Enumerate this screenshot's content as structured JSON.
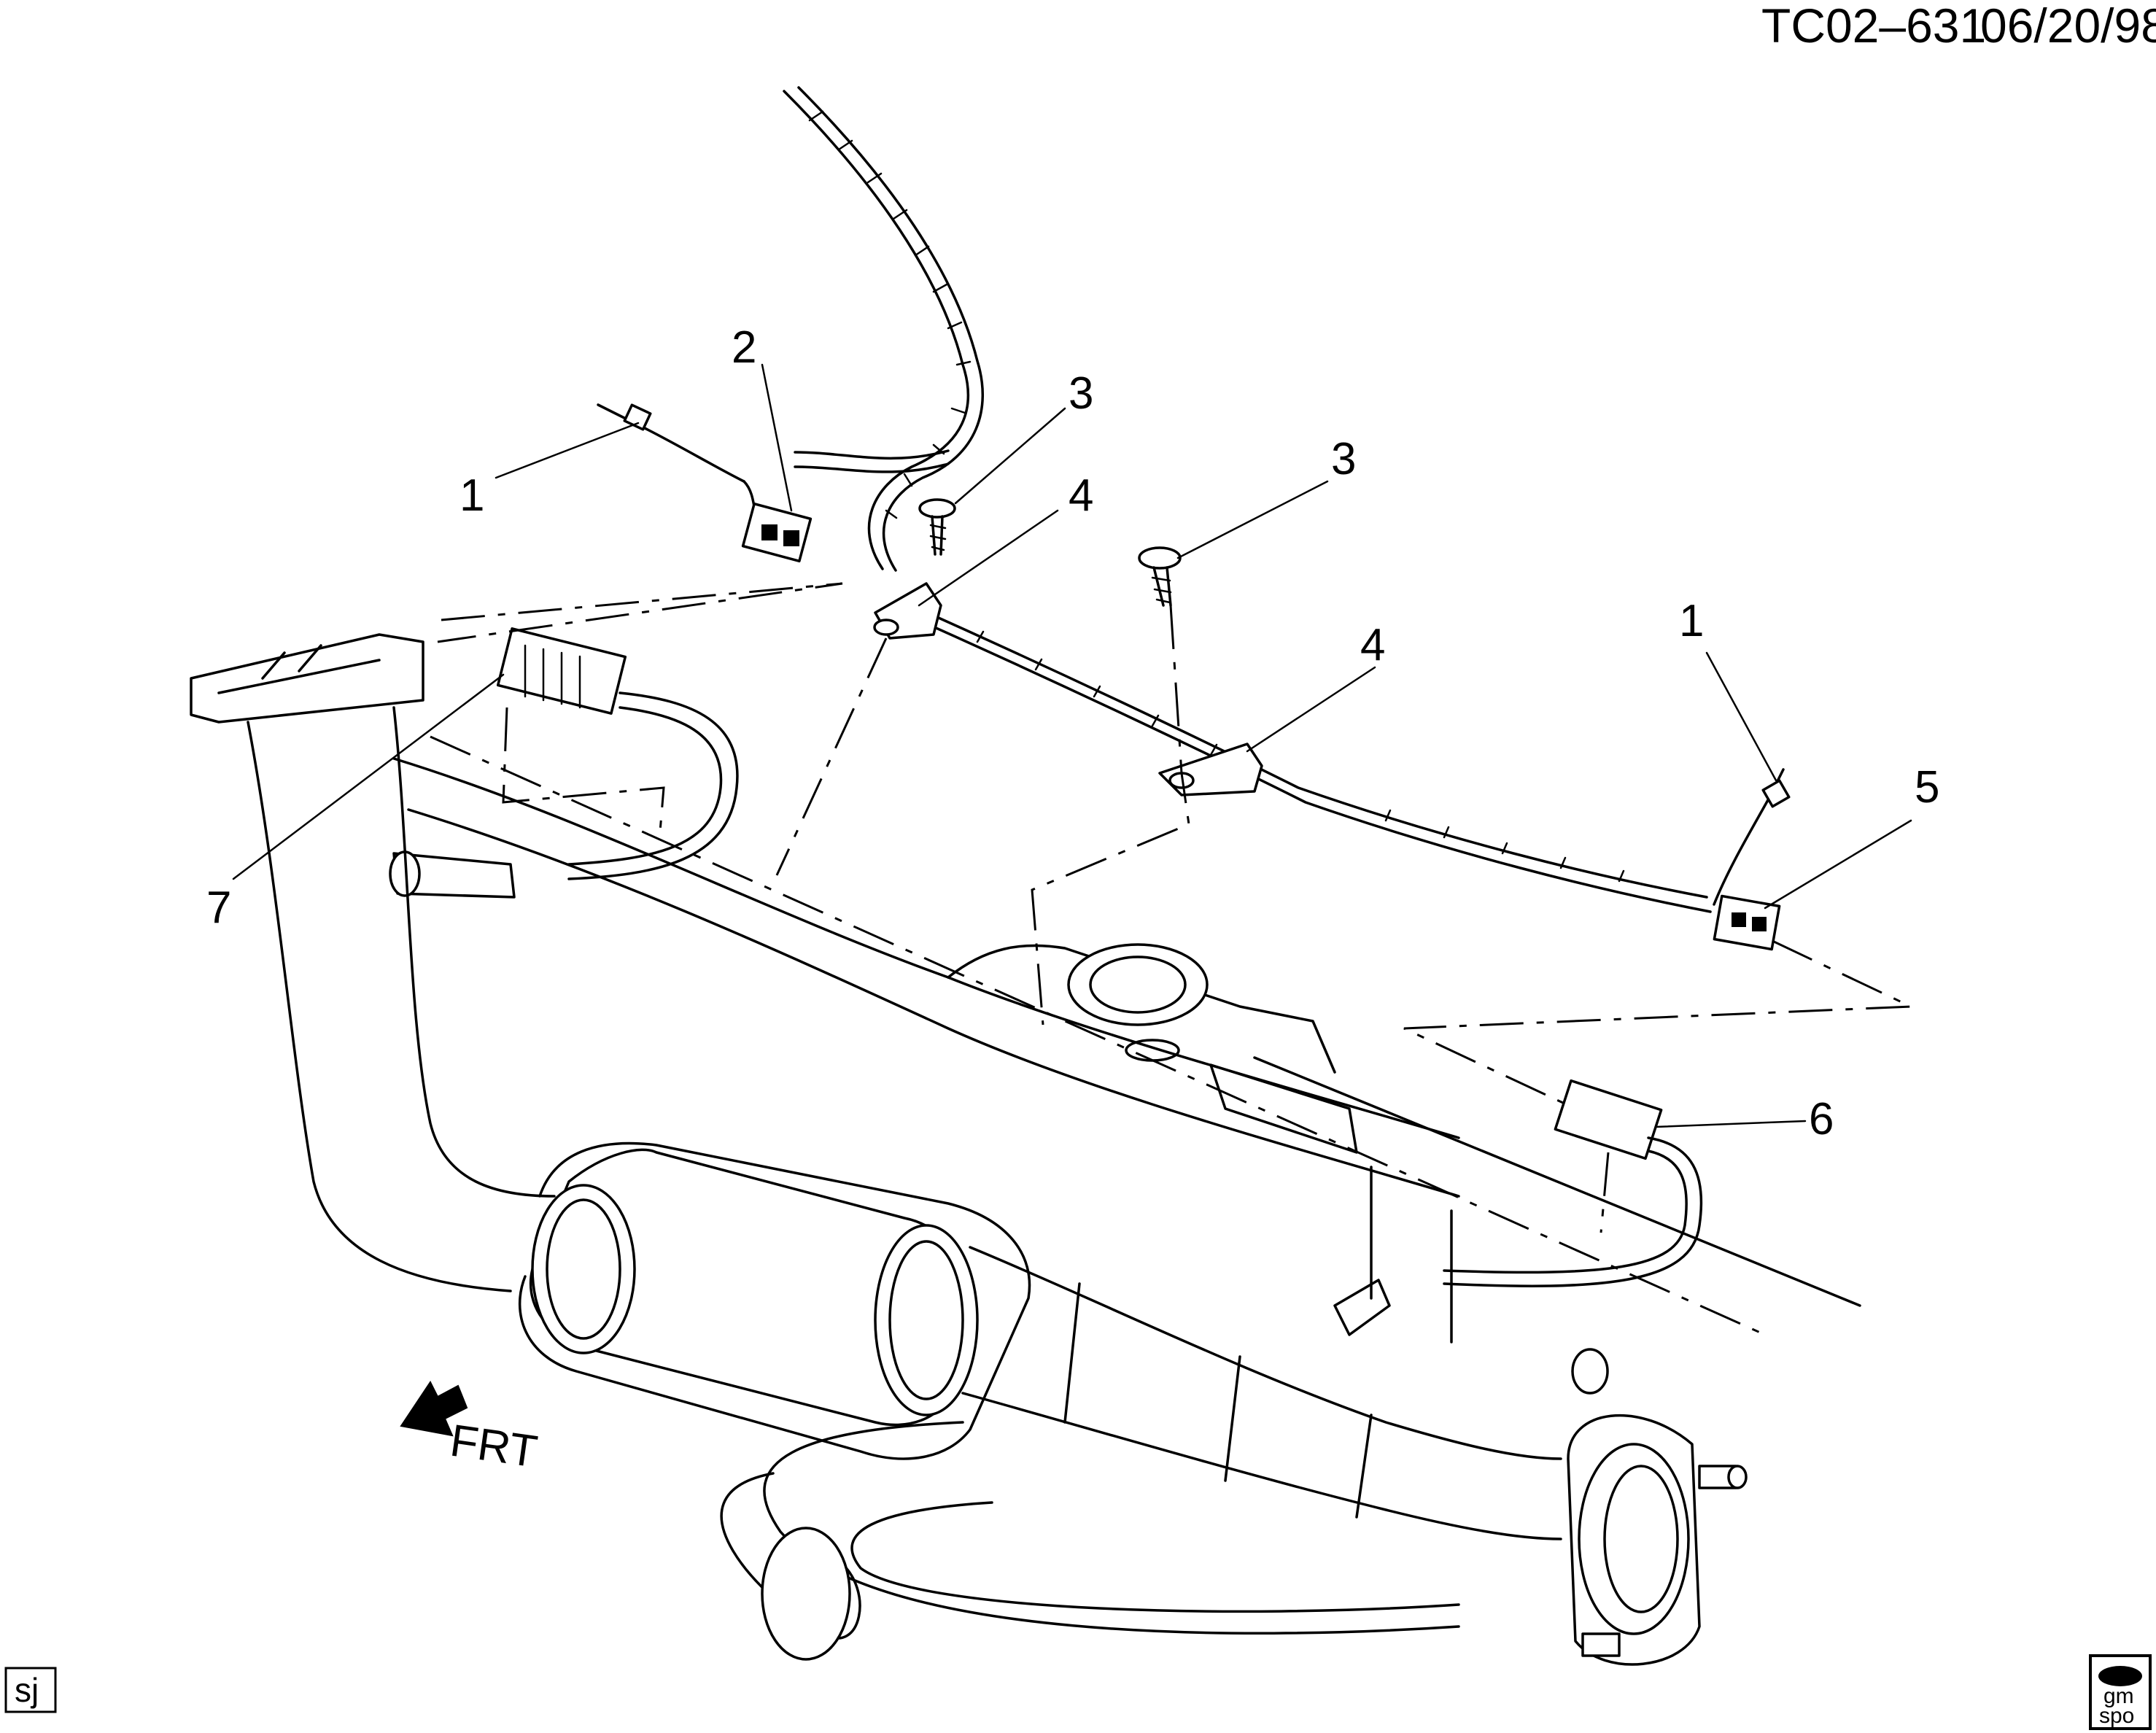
{
  "header": {
    "code": "TC02–631",
    "date": "06/20/98"
  },
  "callouts": [
    "1",
    "2",
    "3",
    "4",
    "3",
    "4",
    "1",
    "5",
    "6",
    "7"
  ],
  "direction_label": "FRT",
  "footer": {
    "left_tag": "sj",
    "logo_top": "gm",
    "logo_bottom": "spo"
  },
  "icons": {
    "direction": "left-arrow-icon",
    "logo": "gm-spo-logo-icon"
  }
}
